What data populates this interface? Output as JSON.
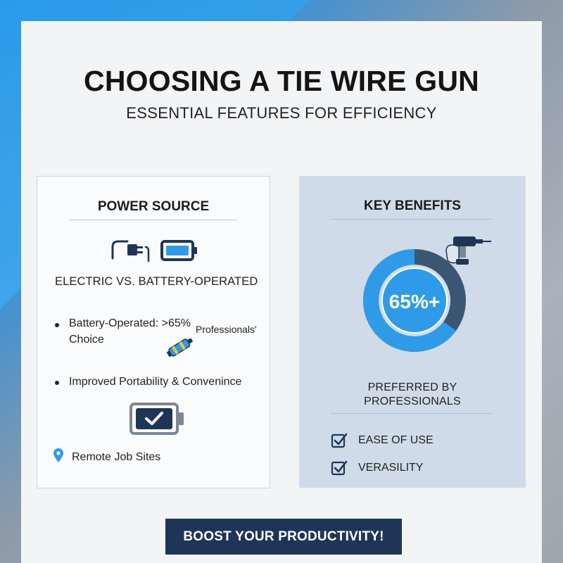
{
  "header": {
    "title": "CHOOSING A TIE WIRE GUN",
    "subtitle": "ESSENTIAL FEATURES FOR EFFICIENCY"
  },
  "power_panel": {
    "heading": "POWER SOURCE",
    "icons": [
      "plug-icon",
      "battery-icon"
    ],
    "comparison": "ELECTRIC VS. BATTERY-OPERATED",
    "bullet1_line1": "Battery-Operated: >65%",
    "bullet1_line2": "Choice",
    "bullet1_side": "Professionals'",
    "bullet2": "Improved Portability & Convenince",
    "location_label": "Remote Job Sites"
  },
  "benefits_panel": {
    "heading": "KEY BENEFITS",
    "stat_value": "65%+",
    "stat_fraction": 0.65,
    "stat_caption_line1": "PREFERRED BY",
    "stat_caption_line2": "PROFESSIONALS",
    "benefits": [
      "EASE OF USE",
      "VERASILITY"
    ]
  },
  "cta": {
    "label": "BOOST YOUR PRODUCTIVITY!"
  },
  "colors": {
    "ring_blue": "#2f9be8",
    "ring_dark": "#3b5673",
    "navy": "#1f3558",
    "panel_blue": "#cfdbe8"
  }
}
